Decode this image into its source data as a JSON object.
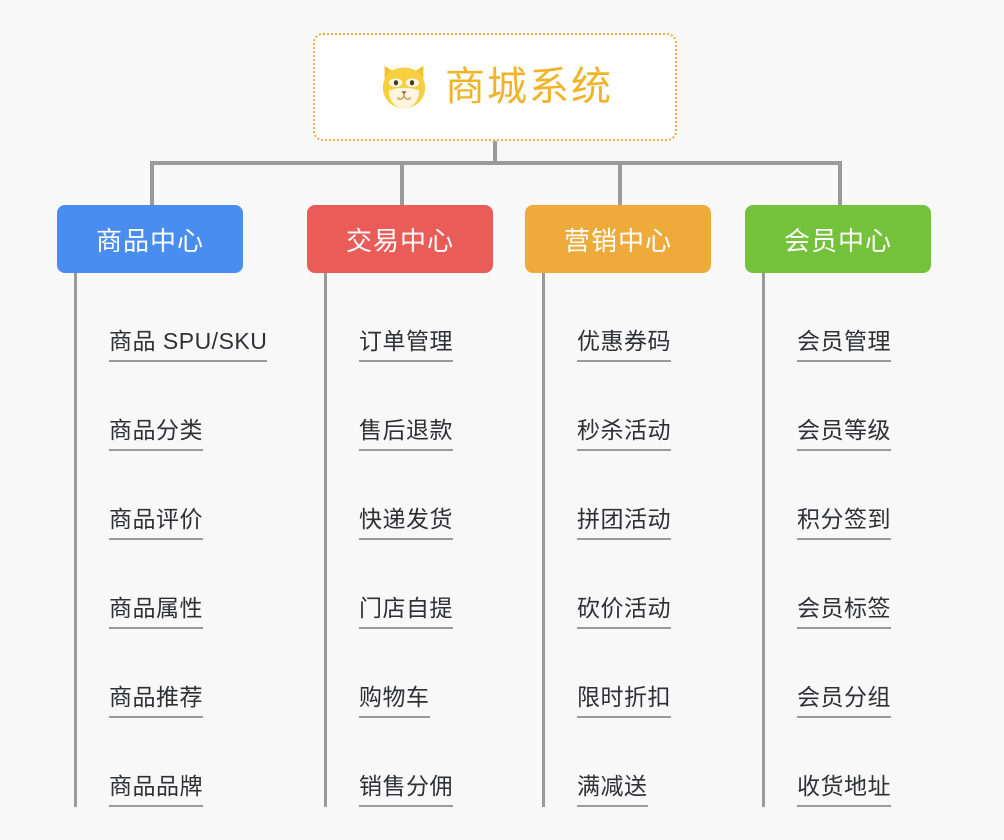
{
  "root": {
    "title": "商城系统",
    "icon": "shiba-dog-face-icon",
    "title_color": "#f0b429",
    "border_color": "#eead3a"
  },
  "columns": [
    {
      "header": "商品中心",
      "color": "#4a8df0",
      "items": [
        "商品 SPU/SKU",
        "商品分类",
        "商品评价",
        "商品属性",
        "商品推荐",
        "商品品牌"
      ]
    },
    {
      "header": "交易中心",
      "color": "#e95c58",
      "items": [
        "订单管理",
        "售后退款",
        "快递发货",
        "门店自提",
        "购物车",
        "销售分佣"
      ]
    },
    {
      "header": "营销中心",
      "color": "#eeab3c",
      "items": [
        "优惠券码",
        "秒杀活动",
        "拼团活动",
        "砍价活动",
        "限时折扣",
        "满减送"
      ]
    },
    {
      "header": "会员中心",
      "color": "#74c13c",
      "items": [
        "会员管理",
        "会员等级",
        "积分签到",
        "会员标签",
        "会员分组",
        "收货地址"
      ]
    }
  ],
  "connector_color": "#9a9a9a",
  "background_color": "#f8f8f8"
}
